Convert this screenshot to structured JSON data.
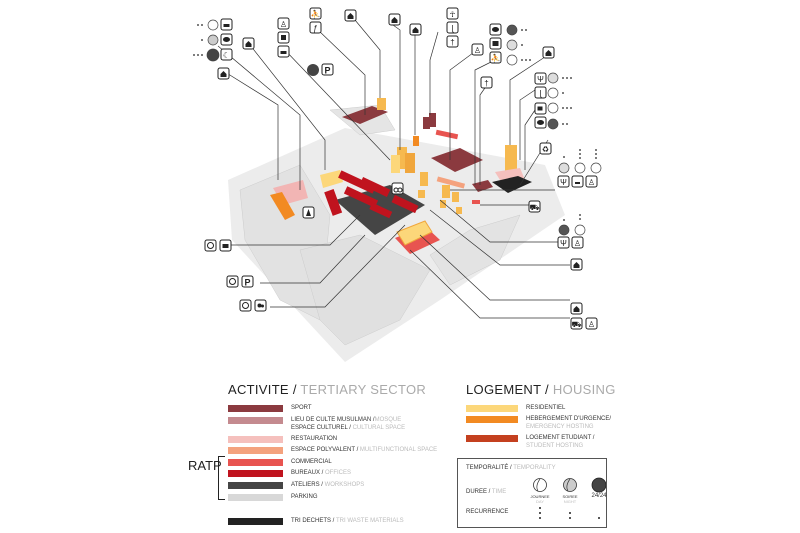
{
  "activite": {
    "title": "ACTIVITE /",
    "title_en": "TERTIARY SECTOR",
    "items": [
      {
        "label": "SPORT",
        "label_en": "",
        "color": "#8b3a3f"
      },
      {
        "label": "LIEU DE CULTE MUSULMAN /",
        "label_en": "MOSQUE",
        "label2": "ESPACE CULTUREL /",
        "label2_en": "CULTURAL SPACE",
        "color": "#c48a8f"
      },
      {
        "label": "RESTAURATION",
        "label_en": "",
        "color": "#f5c0bd"
      },
      {
        "label": "ESPACE POLYVALENT /",
        "label_en": "MULTIFUNCTIONAL SPACE",
        "color": "#f4a27e"
      },
      {
        "label": "COMMERCIAL",
        "label_en": "",
        "color": "#e85450"
      },
      {
        "label": "BUREAUX /",
        "label_en": "OFFICES",
        "color": "#c0131e"
      },
      {
        "label": "ATELIERS /",
        "label_en": "WORKSHOPS",
        "color": "#454545"
      },
      {
        "label": "PARKING",
        "label_en": "",
        "color": "#d8d8d8"
      },
      {
        "label": "TRI DECHETS /",
        "label_en": "TRI WASTE MATERIALS",
        "color": "#222222"
      }
    ],
    "group_label": "RATP"
  },
  "logement": {
    "title": "LOGEMENT /",
    "title_en": "HOUSING",
    "items": [
      {
        "label": "RESIDENTIEL",
        "label_en": "",
        "color": "#fcd77a"
      },
      {
        "label": "HEBERGEMENT D'URGENCE/",
        "label_en": "EMERGENCY HOSTING",
        "color": "#f28a22"
      },
      {
        "label": "LOGEMENT ETUDIANT /",
        "label_en": "STUDENT HOSTING",
        "color": "#c4401f"
      }
    ]
  },
  "temporality": {
    "title": "TEMPORALITÉ /",
    "title_en": "TEMPORALITY",
    "duree": "DUREE /",
    "duree_en": "TIME",
    "recurrence": "RECURRENCE",
    "journee": "JOURNEE",
    "journee_en": "DAY",
    "soiree": "SOIREE",
    "soiree_en": "NIGHT",
    "h24": "24/24"
  },
  "map": {
    "parking_letter": "P"
  }
}
